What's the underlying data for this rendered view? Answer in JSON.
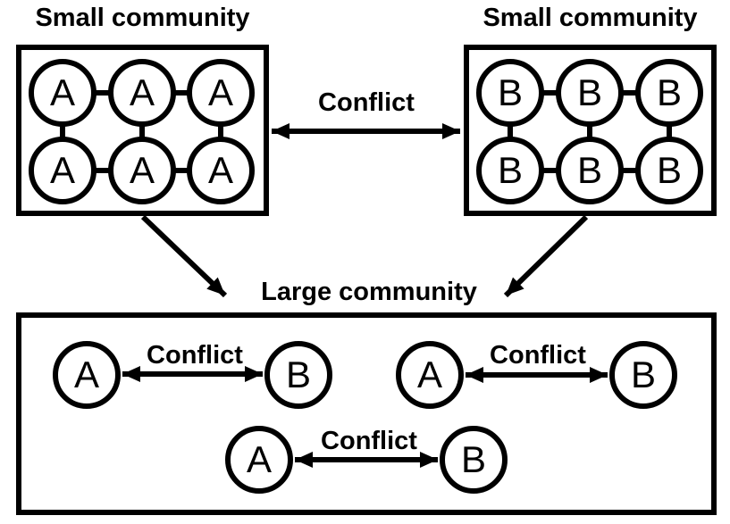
{
  "colors": {
    "ink": "#000000",
    "background": "#ffffff"
  },
  "conflict_label": "Conflict",
  "small_community_a": {
    "title": "Small community",
    "nodes": [
      "A",
      "A",
      "A",
      "A",
      "A",
      "A"
    ]
  },
  "small_community_b": {
    "title": "Small community",
    "nodes": [
      "B",
      "B",
      "B",
      "B",
      "B",
      "B"
    ]
  },
  "large_community": {
    "title": "Large community",
    "pairs": [
      {
        "left": "A",
        "right": "B",
        "label": "Conflict"
      },
      {
        "left": "A",
        "right": "B",
        "label": "Conflict"
      },
      {
        "left": "A",
        "right": "B",
        "label": "Conflict"
      }
    ]
  }
}
